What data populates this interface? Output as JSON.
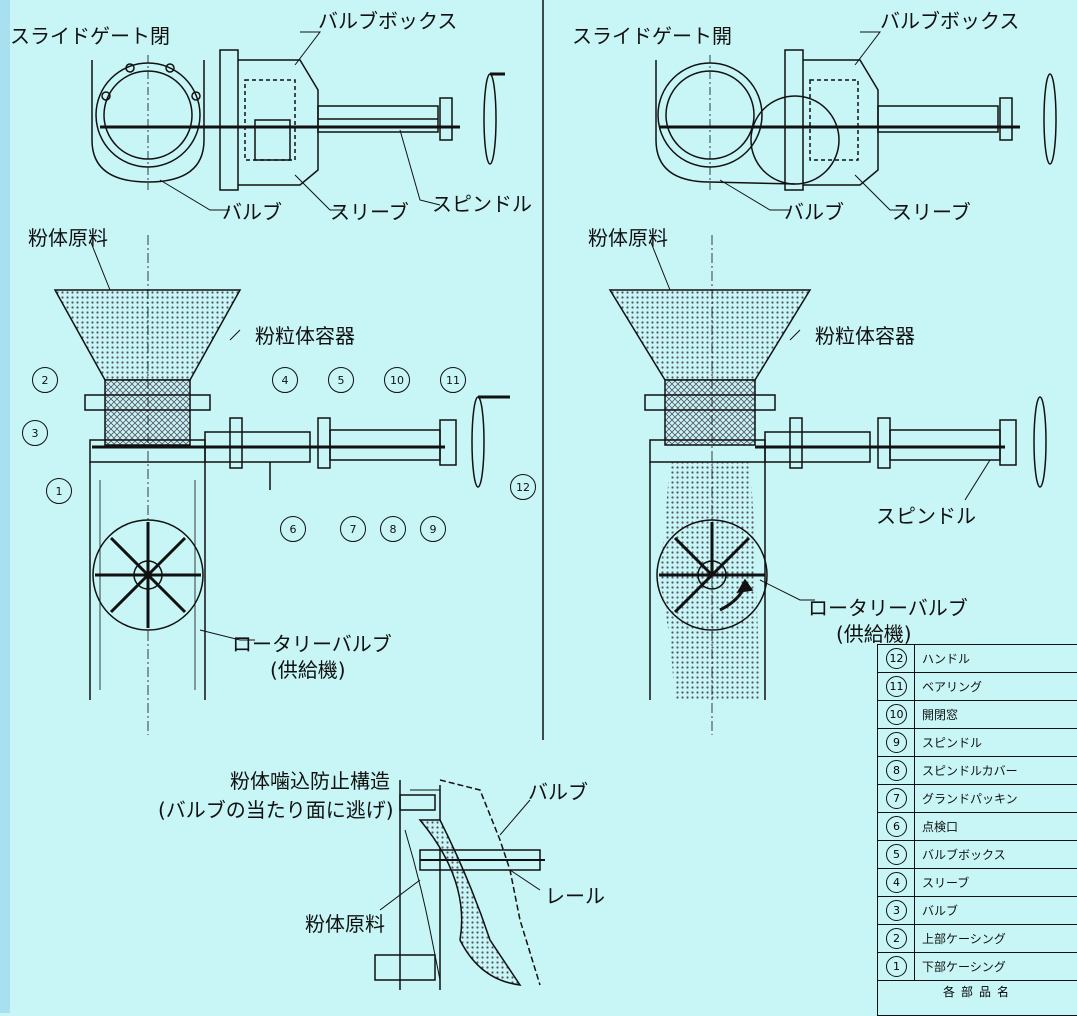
{
  "colors": {
    "background": "#c8f5f5",
    "line": "#111111",
    "fill_hatch": "#8a9a9a"
  },
  "left_view": {
    "top_labels": {
      "slide_gate_closed": "スライドゲート閉",
      "valve_box": "バルブボックス",
      "valve": "バルブ",
      "sleeve": "スリーブ",
      "spindle": "スピンドル"
    },
    "main_labels": {
      "powder_material": "粉体原料",
      "powder_container": "粉粒体容器",
      "rotary_valve": "ロータリーバルブ",
      "feeder": "(供給機)"
    },
    "callouts": [
      "1",
      "2",
      "3",
      "4",
      "5",
      "6",
      "7",
      "8",
      "9",
      "10",
      "11",
      "12"
    ]
  },
  "right_view": {
    "top_labels": {
      "slide_gate_open": "スライドゲート開",
      "valve_box": "バルブボックス",
      "valve": "バルブ",
      "sleeve": "スリーブ"
    },
    "main_labels": {
      "powder_material": "粉体原料",
      "powder_container": "粉粒体容器",
      "spindle": "スピンドル",
      "rotary_valve": "ロータリーバルブ",
      "feeder": "(供給機)"
    }
  },
  "detail_view": {
    "anti_bite_structure": "粉体噛込防止構造",
    "relief_note": "(バルブの当たり面に逃げ)",
    "valve": "バルブ",
    "rail": "レール",
    "powder_material": "粉体原料"
  },
  "parts_table": {
    "rows": [
      {
        "no": "12",
        "name": "ハンドル"
      },
      {
        "no": "11",
        "name": "ベアリング"
      },
      {
        "no": "10",
        "name": "開閉窓"
      },
      {
        "no": "9",
        "name": "スピンドル"
      },
      {
        "no": "8",
        "name": "スピンドルカバー"
      },
      {
        "no": "7",
        "name": "グランドパッキン"
      },
      {
        "no": "6",
        "name": "点検口"
      },
      {
        "no": "5",
        "name": "バルブボックス"
      },
      {
        "no": "4",
        "name": "スリーブ"
      },
      {
        "no": "3",
        "name": "バルブ"
      },
      {
        "no": "2",
        "name": "上部ケーシング"
      },
      {
        "no": "1",
        "name": "下部ケーシング"
      }
    ],
    "footer": "各部品名"
  }
}
